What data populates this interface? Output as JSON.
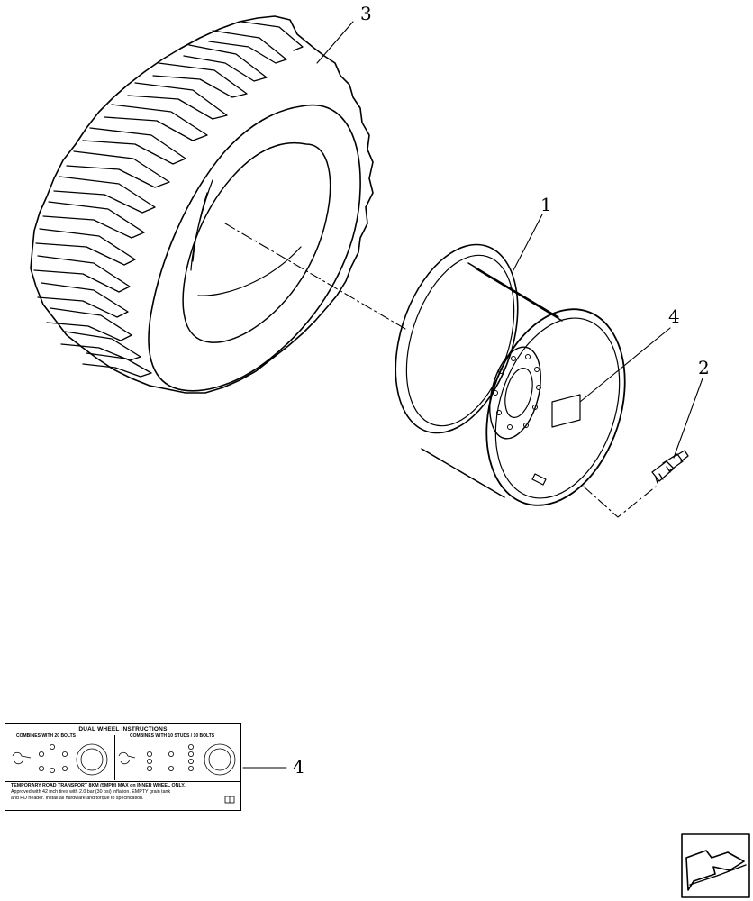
{
  "diagram": {
    "callouts": [
      {
        "id": "1",
        "label": "1"
      },
      {
        "id": "2",
        "label": "2"
      },
      {
        "id": "3",
        "label": "3"
      },
      {
        "id": "4",
        "label": "4"
      },
      {
        "id": "4b",
        "label": "4"
      }
    ],
    "decal": {
      "title": "DUAL WHEEL INSTRUCTIONS",
      "left_heading": "COMBINES WITH 20 BOLTS",
      "right_heading": "COMBINES WITH 10 STUDS / 10 BOLTS",
      "line1": "TEMPORARY ROAD TRANSPORT 8KM (5MPH) MAX on INNER WHEEL ONLY.",
      "line2": "Approved with 42 inch tires with 2.0 bar (30 psi) inflation. EMPTY grain tank",
      "line3": "and HD header. Install all hardware and torque to specification."
    }
  }
}
